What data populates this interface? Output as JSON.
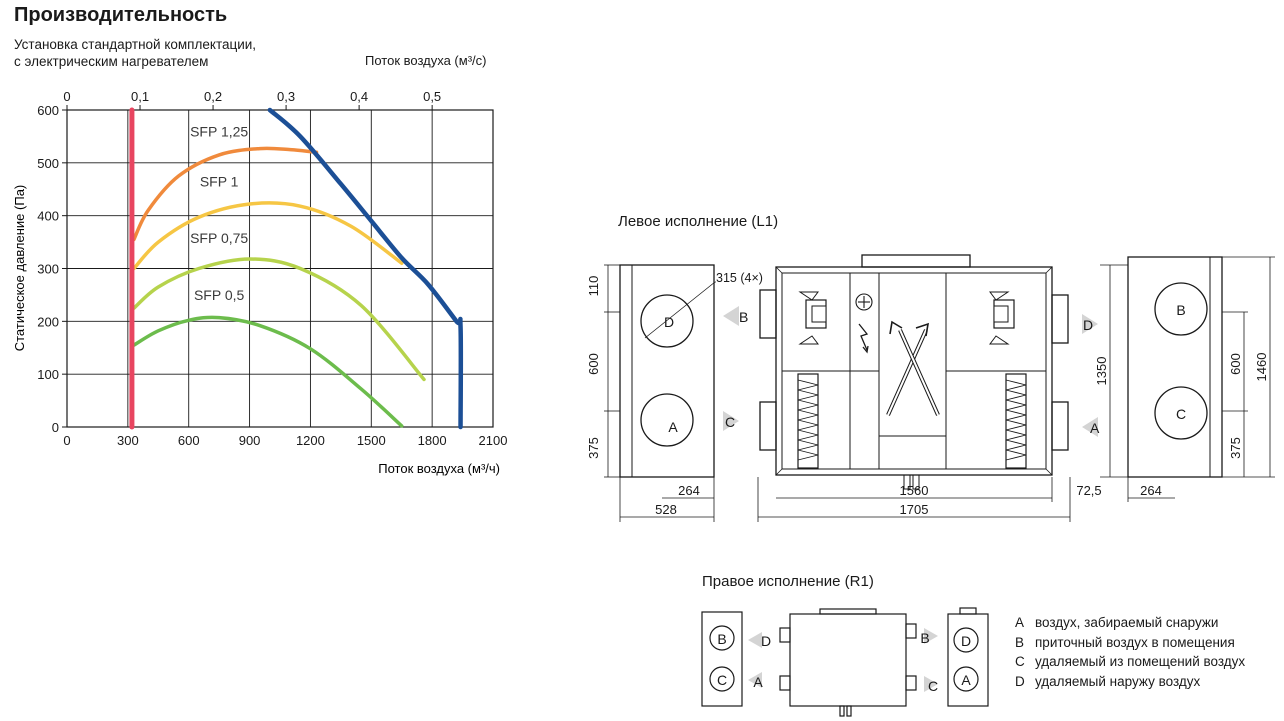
{
  "header": {
    "title": "Производительность",
    "subtitle_line1": "Установка стандартной комплектации,",
    "subtitle_line2": "с электрическим нагревателем"
  },
  "chart_data": {
    "type": "line",
    "title": "",
    "xlabel": "Поток воздуха (м³/ч)",
    "x2label": "Поток воздуха (м³/с)",
    "ylabel": "Статическое давление (Па)",
    "xlim": [
      0,
      2100
    ],
    "ylim": [
      0,
      600
    ],
    "x_ticks": [
      "0",
      "300",
      "600",
      "900",
      "1200",
      "1500",
      "1800",
      "2100"
    ],
    "y_ticks": [
      "0",
      "100",
      "200",
      "300",
      "400",
      "500",
      "600"
    ],
    "x2_ticks": [
      "0",
      "0,1",
      "0,2",
      "0,3",
      "0,4",
      "0,5"
    ],
    "grid": true,
    "series": [
      {
        "name": "SFP 1,25",
        "color": "#f08a3c",
        "x": [
          330,
          400,
          550,
          750,
          950,
          1100,
          1230
        ],
        "y": [
          355,
          410,
          475,
          515,
          527,
          525,
          520
        ]
      },
      {
        "name": "SFP 1",
        "color": "#f6c644",
        "x": [
          330,
          450,
          650,
          900,
          1150,
          1400,
          1650
        ],
        "y": [
          300,
          350,
          397,
          422,
          418,
          380,
          310
        ]
      },
      {
        "name": "SFP 0,75",
        "color": "#b6d34c",
        "x": [
          330,
          450,
          650,
          900,
          1150,
          1450,
          1760
        ],
        "y": [
          225,
          265,
          300,
          318,
          300,
          230,
          90
        ]
      },
      {
        "name": "SFP 0,5",
        "color": "#6cbc4c",
        "x": [
          330,
          450,
          600,
          750,
          950,
          1200,
          1450,
          1650
        ],
        "y": [
          155,
          182,
          202,
          207,
          192,
          148,
          72,
          2
        ]
      },
      {
        "name": "",
        "color": "#e84560",
        "x": [
          320,
          320
        ],
        "y": [
          0,
          600
        ]
      },
      {
        "name": "",
        "color": "#1c4f96",
        "x": [
          1000,
          1150,
          1350,
          1500,
          1650,
          1780,
          1920,
          1940,
          1940
        ],
        "y": [
          600,
          550,
          460,
          390,
          320,
          270,
          200,
          190,
          0
        ]
      }
    ]
  },
  "diagram": {
    "left_title": "Левое исполнение (L1)",
    "right_title": "Правое исполнение (R1)",
    "dims": {
      "d110": "110",
      "d600": "600",
      "d375": "375",
      "d315": "315 (4×)",
      "d264": "264",
      "d528": "528",
      "d1560": "1560",
      "d1705": "1705",
      "d72": "72,5",
      "d1350": "1350",
      "d1460": "1460"
    },
    "ports": {
      "A": "A",
      "B": "B",
      "C": "C",
      "D": "D"
    }
  },
  "legend": {
    "items": [
      {
        "key": "A",
        "text": "воздух, забираемый снаружи"
      },
      {
        "key": "B",
        "text": "приточный воздух в помещения"
      },
      {
        "key": "C",
        "text": "удаляемый из помещений воздух"
      },
      {
        "key": "D",
        "text": "удаляемый наружу воздух"
      }
    ]
  }
}
